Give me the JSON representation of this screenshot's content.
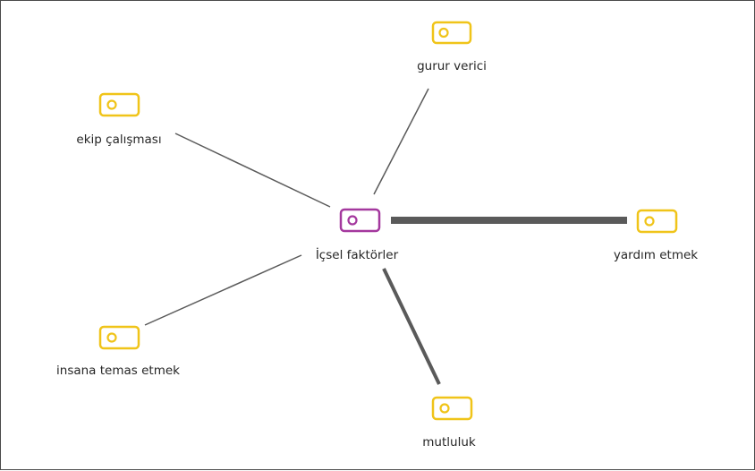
{
  "center": {
    "label": "İçsel faktörler",
    "color": "#a4389e"
  },
  "tag_color": "#f0c419",
  "edge_color": "#5a5a5a",
  "nodes": [
    {
      "id": "gurur-verici",
      "label": "gurur verici",
      "weight": "thin"
    },
    {
      "id": "ekip-calismasi",
      "label": "ekip çalışması",
      "weight": "thin"
    },
    {
      "id": "yardim-etmek",
      "label": "yardım etmek",
      "weight": "heavy"
    },
    {
      "id": "insana-temas-etmek",
      "label": "insana temas etmek",
      "weight": "thin"
    },
    {
      "id": "mutluluk",
      "label": "mutluluk",
      "weight": "medium"
    }
  ]
}
